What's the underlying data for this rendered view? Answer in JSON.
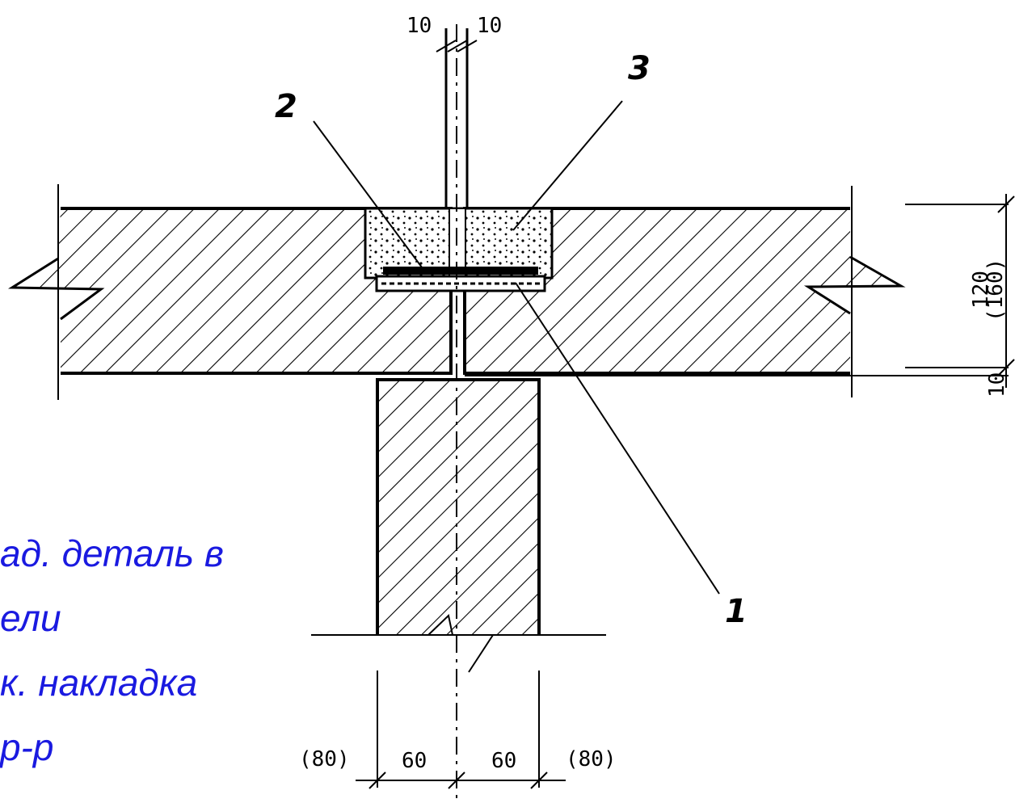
{
  "dimensions": {
    "top_left": "10",
    "top_right": "10",
    "height_main": "120",
    "height_alt": "(160)",
    "gap_bottom": "10",
    "left_outer": "(80)",
    "left_inner": "60",
    "right_inner": "60",
    "right_outer": "(80)"
  },
  "callouts": [
    "1",
    "2",
    "3"
  ],
  "notes": [
    "ад. деталь в",
    "ели",
    "к. накладка",
    " р-р"
  ],
  "colors": {
    "line": "#000000",
    "note_text": "#1a1ae0",
    "background": "#ffffff"
  }
}
